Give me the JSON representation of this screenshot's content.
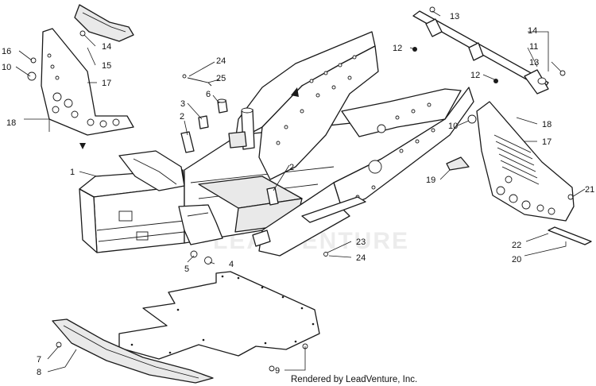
{
  "watermark": {
    "logo_text": "LEADVENTURE"
  },
  "credit": "Rendered by LeadVenture, Inc.",
  "callouts": [
    "1",
    "2",
    "2",
    "3",
    "4",
    "5",
    "6",
    "7",
    "8",
    "9",
    "10",
    "10",
    "11",
    "12",
    "12",
    "13",
    "13",
    "14",
    "14",
    "15",
    "16",
    "17",
    "17",
    "18",
    "18",
    "19",
    "20",
    "21",
    "22",
    "23",
    "24",
    "24",
    "25"
  ]
}
